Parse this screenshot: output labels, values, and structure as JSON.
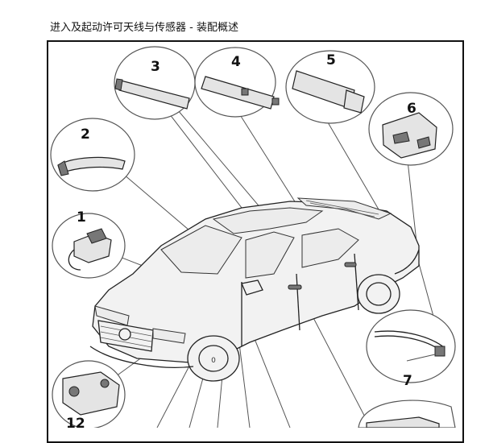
{
  "title": "进入及起动许可天线与传感器 - 装配概述",
  "callouts": [
    {
      "id": "c1",
      "label": "1"
    },
    {
      "id": "c2",
      "label": "2"
    },
    {
      "id": "c3",
      "label": "3"
    },
    {
      "id": "c4",
      "label": "4"
    },
    {
      "id": "c5",
      "label": "5"
    },
    {
      "id": "c6",
      "label": "6"
    },
    {
      "id": "c7",
      "label": "7"
    },
    {
      "id": "c12",
      "label": "12"
    }
  ]
}
